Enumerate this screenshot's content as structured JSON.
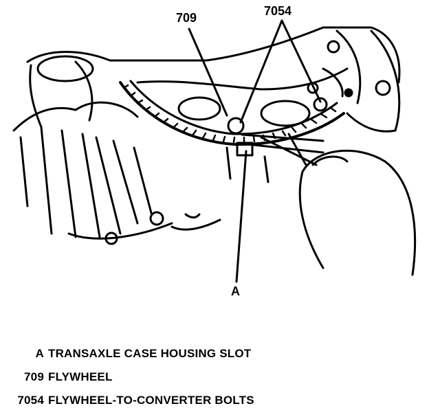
{
  "callouts": {
    "flywheel": "709",
    "bolts": "7054",
    "slot": "A"
  },
  "legend": [
    {
      "key": "A",
      "description": "TRANSAXLE CASE HOUSING SLOT"
    },
    {
      "key": "709",
      "description": "FLYWHEEL"
    },
    {
      "key": "7054",
      "description": "FLYWHEEL-TO-CONVERTER BOLTS"
    }
  ]
}
